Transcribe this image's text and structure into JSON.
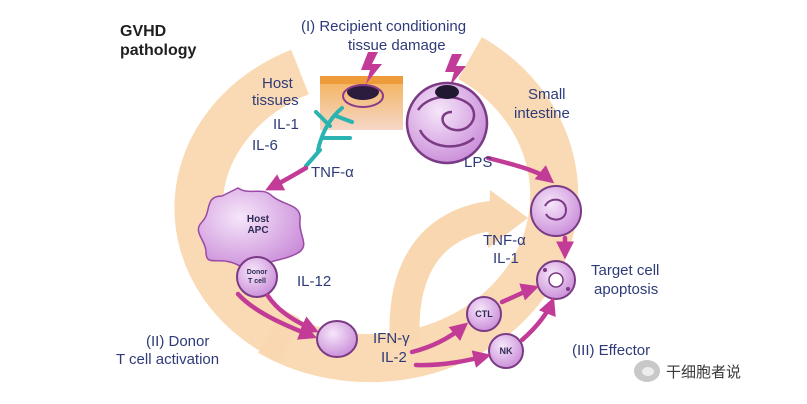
{
  "title": [
    "GVHD",
    "pathology"
  ],
  "phases": {
    "recipient": [
      "(I) Recipient conditioning",
      "tissue damage"
    ],
    "donor": [
      "(II) Donor",
      "T cell activation"
    ],
    "effector": "(III) Effector"
  },
  "labels": {
    "host_tissues": [
      "Host",
      "tissues"
    ],
    "il1": "IL-1",
    "il6": "IL-6",
    "tnf_a_host": "TNF-α",
    "small_intestine": [
      "Small",
      "intestine"
    ],
    "lps": "LPS",
    "il12": "IL-12",
    "ifn_il2": [
      "IFN-γ",
      "IL-2"
    ],
    "tnf_il1_effector": [
      "TNF-α",
      "IL-1"
    ],
    "target": [
      "Target cell",
      "apoptosis"
    ]
  },
  "cells": {
    "host_apc": [
      "Host",
      "APC"
    ],
    "donor_tcell": [
      "Donor",
      "T cell"
    ],
    "ctl": "CTL",
    "nk": "NK"
  },
  "watermark": "干细胞者说",
  "colors": {
    "ring": "#f9d8b1",
    "arrow": "#c23c97",
    "cell": "#d9a8e3",
    "text": "#2f3b78"
  }
}
